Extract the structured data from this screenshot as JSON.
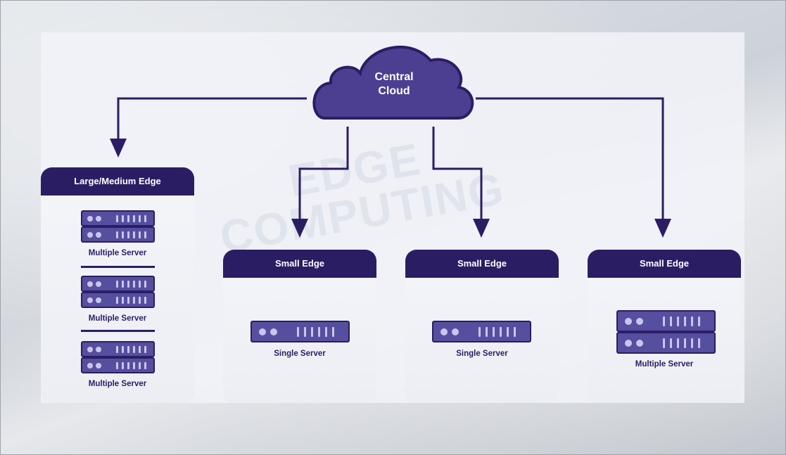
{
  "cloud": {
    "label_line1": "Central",
    "label_line2": "Cloud"
  },
  "watermark": {
    "line1": "EDGE",
    "line2": "COMPUTING"
  },
  "edges": [
    {
      "title": "Large/Medium Edge",
      "servers": [
        "Multiple Server",
        "Multiple Server",
        "Multiple Server"
      ]
    },
    {
      "title": "Small Edge",
      "servers": [
        "Single Server"
      ]
    },
    {
      "title": "Small Edge",
      "servers": [
        "Single Server"
      ]
    },
    {
      "title": "Small Edge",
      "servers": [
        "Multiple Server"
      ]
    }
  ],
  "colors": {
    "primary": "#2b1d64",
    "cloud_fill": "#4c3f91",
    "server_fill": "#564e9e",
    "server_light": "#c9c6ee"
  }
}
